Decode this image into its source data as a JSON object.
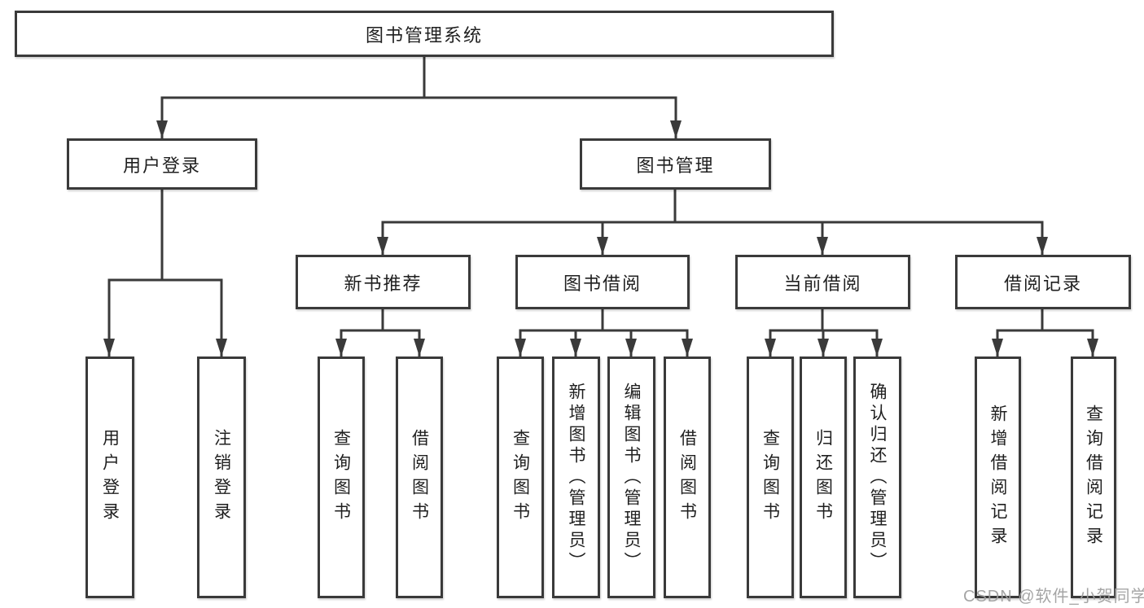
{
  "colors": {
    "background": "#ffffff",
    "box_fill": "#ffffff",
    "box_border": "#3a3a3a",
    "connector_line": "#3a3a3a",
    "text": "#1f1f1f",
    "watermark_text": "#9e9e9e"
  },
  "watermark": {
    "text": "CSDN @软件_小贺同学"
  },
  "tree": {
    "label": "图书管理系统",
    "children": [
      {
        "label": "用户登录",
        "children": [
          {
            "label": "用户登录"
          },
          {
            "label": "注销登录"
          }
        ]
      },
      {
        "label": "图书管理",
        "children": [
          {
            "label": "新书推荐",
            "children": [
              {
                "label": "查询图书"
              },
              {
                "label": "借阅图书"
              }
            ]
          },
          {
            "label": "图书借阅",
            "children": [
              {
                "label": "查询图书"
              },
              {
                "label": "新增图书（管理员）"
              },
              {
                "label": "编辑图书（管理员）"
              },
              {
                "label": "借阅图书"
              }
            ]
          },
          {
            "label": "当前借阅",
            "children": [
              {
                "label": "查询图书"
              },
              {
                "label": "归还图书"
              },
              {
                "label": "确认归还（管理员）"
              }
            ]
          },
          {
            "label": "借阅记录",
            "children": [
              {
                "label": "新增借阅记录"
              },
              {
                "label": "查询借阅记录"
              }
            ]
          }
        ]
      }
    ]
  }
}
